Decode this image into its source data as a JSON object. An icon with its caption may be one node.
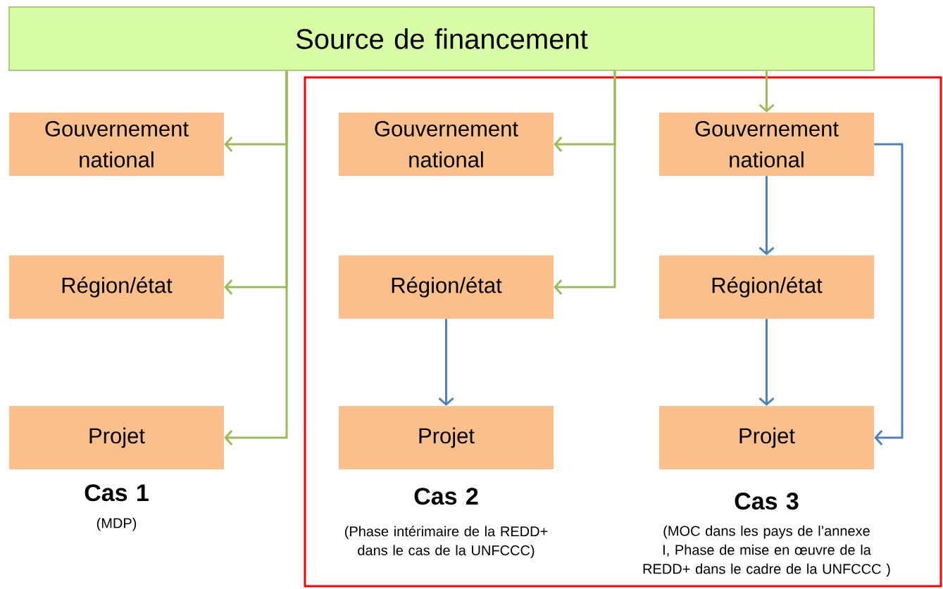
{
  "diagram": {
    "nodes": [
      {
        "text": [
          "Source de financement"
        ]
      },
      {
        "text": [],
        "shape": "box"
      },
      {
        "text": [
          "Gouvernement national"
        ]
      },
      {
        "text": [
          "Région/état"
        ]
      },
      {
        "text": [
          "Projet"
        ],
        "beside": [
          "Cas 1",
          "(MDP)"
        ]
      },
      {
        "text": [
          "Gouvernement national"
        ],
        "in": 1
      },
      {
        "text": [
          "Région/état"
        ],
        "in": 1
      },
      {
        "text": [
          "Projet"
        ],
        "in": 1,
        "beside": [
          "Cas 2",
          "(Phase intérimaire de la REDD+ dans le cas de la UNFCCC)"
        ]
      },
      {
        "text": [
          "Gouvernement national"
        ],
        "in": 1
      },
      {
        "text": [
          "Région/état"
        ],
        "in": 1
      },
      {
        "text": [
          "Projet"
        ],
        "in": 1,
        "beside": [
          "Cas 3",
          "(MOC dans les pays de l’annexe I, Phase de mise en œuvre de la REDD+ dans le cadre de la UNFCCC )"
        ]
      }
    ],
    "edges": [
      {
        "from": 0,
        "to": 2,
        "arrow": "to"
      },
      {
        "from": 0,
        "to": 3,
        "arrow": "to"
      },
      {
        "from": 0,
        "to": 4,
        "arrow": "to"
      },
      {
        "from": 0,
        "to": 5,
        "arrow": "to"
      },
      {
        "from": 0,
        "to": 6,
        "arrow": "to"
      },
      {
        "from": 0,
        "to": 8,
        "arrow": "to"
      },
      {
        "from": 6,
        "to": 7,
        "arrow": "to",
        "color": "#4f81bd"
      },
      {
        "from": 8,
        "to": 9,
        "arrow": "to",
        "color": "#4f81bd"
      },
      {
        "from": 9,
        "to": 10,
        "arrow": "to",
        "color": "#4f81bd"
      },
      {
        "from": 8,
        "to": 10,
        "arrow": "to",
        "color": "#4f81bd"
      }
    ]
  }
}
